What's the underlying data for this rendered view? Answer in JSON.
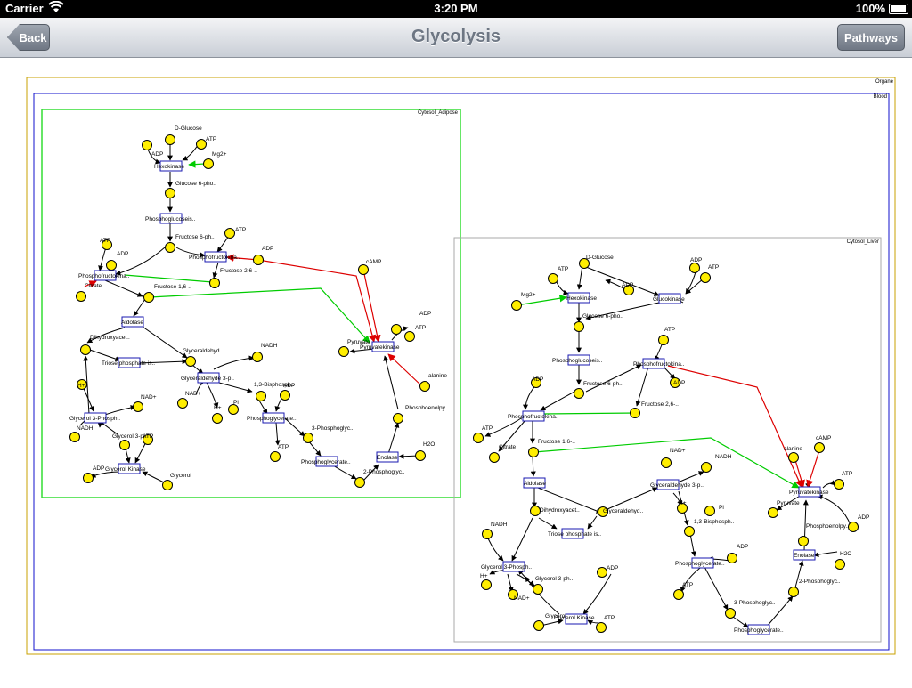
{
  "statusbar": {
    "carrier": "Carrier",
    "time": "3:20 PM",
    "battery": "100%"
  },
  "navbar": {
    "back_label": "Back",
    "title": "Glycolysis",
    "pathways_label": "Pathways"
  },
  "compartments": {
    "organ": "Organe",
    "blood": "Blood",
    "adipose": "Cytosol_Adipose",
    "liver": "Cytosol_Liver"
  },
  "adipose": {
    "metabolites": [
      "D-Glucose",
      "ATP",
      "ADP",
      "Mg2+",
      "Glucose 6-pho..",
      "Fructose 6-ph..",
      "ATP",
      "ADP",
      "ATP",
      "ADP",
      "Fructose 2,6-..",
      "Citrate",
      "Fructose 1,6-..",
      "cAMP",
      "ADP",
      "ATP",
      "Pyruvate",
      "alanine",
      "Dihydroxyacet..",
      "Glyceraldehyd..",
      "NADH",
      "H+",
      "NAD+",
      "NADH",
      "NAD+",
      "H+",
      "Pi",
      "1,3-Bisphosph..",
      "ADP",
      "ATP",
      "3-Phosphoglyc..",
      "Glycerol 3-p..",
      "ATP",
      "ADP",
      "Glycerol",
      "Phosphoenolpy..",
      "H2O",
      "2-Phosphoglyc.."
    ],
    "enzymes": [
      "Hexokinase",
      "Phosphoglucoseis..",
      "Phosphofructokina..",
      "Phosphofructokina..",
      "Aldolase",
      "Pyruvatekinase",
      "Triose phosphate is..",
      "Glyceraldehyde 3-p..",
      "Glycerol 3-Phosph..",
      "Phosphoglycerate..",
      "Enolase",
      "Glycerol Kinase",
      "Phosphoglycerate.."
    ]
  },
  "liver": {
    "metabolites": [
      "D-Glucose",
      "ADP",
      "ATP",
      "ADP",
      "ATP",
      "Mg2+",
      "Glucose 6-pho..",
      "ATP",
      "Fructose 6-ph..",
      "ADP",
      "ADP",
      "Fructose 2,6-..",
      "ATP",
      "Citrate",
      "Fructose 1,6-..",
      "cAMP",
      "alanine",
      "NADH",
      "NAD+",
      "Pyruvate",
      "ATP",
      "ADP",
      "Dihydroxyacet..",
      "Glyceraldehyd..",
      "H+",
      "Pi",
      "NADH",
      "1,3-Bisphosph..",
      "Phosphoenolpy..",
      "H2O",
      "H+",
      "Glycerol 3-ph..",
      "ADP",
      "NAD+",
      "ADP",
      "ATP",
      "2-Phosphoglyc..",
      "Glycerol",
      "ATP",
      "3-Phosphoglyc.."
    ],
    "enzymes": [
      "Hexokinase",
      "Glucokinase",
      "Phosphoglucoseis..",
      "Phosphofructokina..",
      "Phosphofructokina..",
      "Aldolase",
      "Glyceraldehyde 3-p..",
      "Pyruvatekinase",
      "Triose phosphate is..",
      "Glycerol 3-Phosph..",
      "Enolase",
      "Phosphoglycerate..",
      "Glycerol Kinase",
      "Phosphoglycerate.."
    ]
  },
  "colors": {
    "node": "#ffee00",
    "enzyme_border": "#1a1ab0",
    "activation": "#00cc00",
    "inhibition": "#dd0000",
    "adipose_border": "#33dd33",
    "liver_border": "#aaaaaa",
    "blood_border": "#1111cc",
    "organ_border": "#c8a000"
  }
}
